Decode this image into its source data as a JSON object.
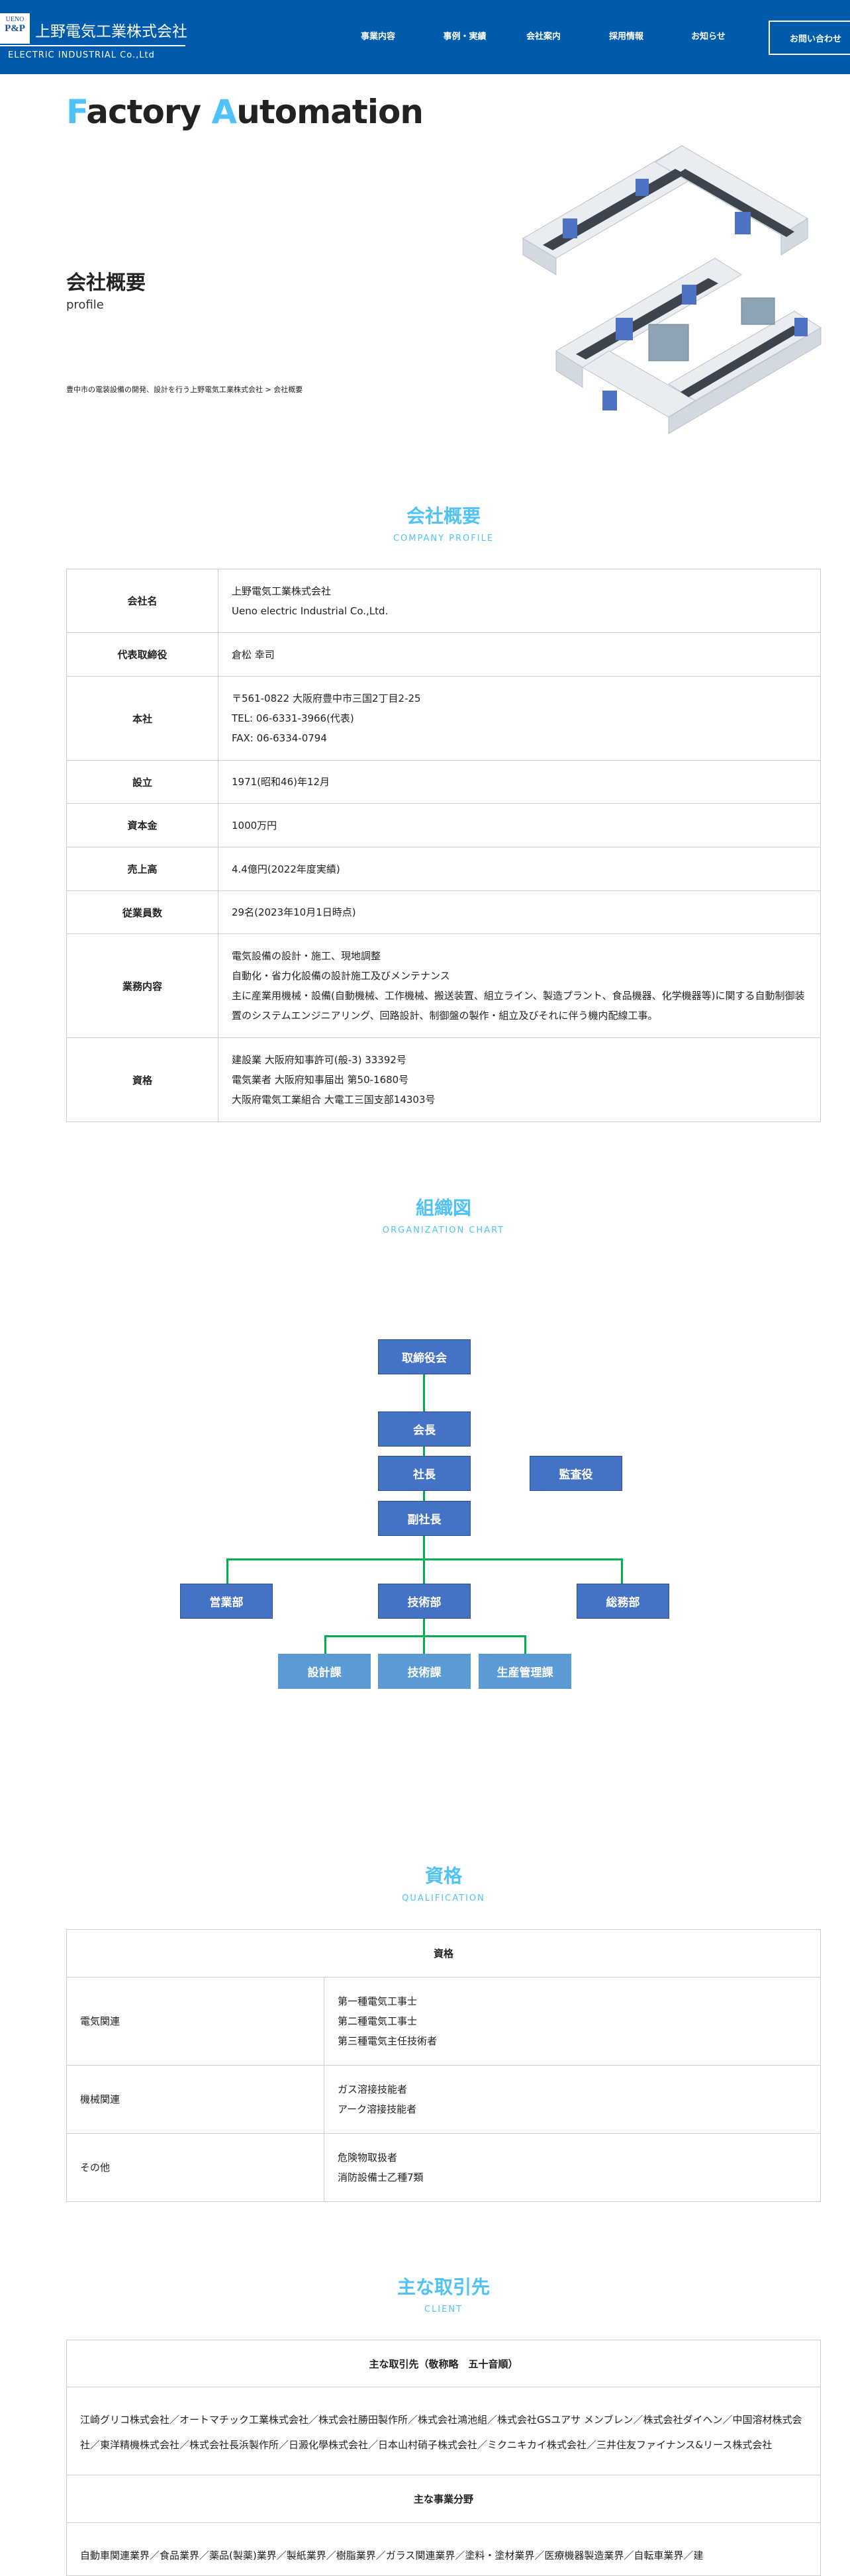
{
  "header": {
    "logo": {
      "mark_top": "UENO",
      "mark_bottom": "P&P",
      "name": "上野電気工業株式会社",
      "sub": "ELECTRIC INDUSTRIAL Co.,Ltd"
    },
    "nav": [
      "事業内容",
      "事例・実績",
      "会社案内",
      "採用情報",
      "お知らせ"
    ],
    "contact": "お問い合わせ"
  },
  "hero": {
    "title_f": "F",
    "title_1": "actory ",
    "title_a": "A",
    "title_2": "utomation",
    "page_title": "会社概要",
    "page_sub": "profile",
    "breadcrumb": "豊中市の電装設備の開発、設計を行う上野電気工業株式会社 > 会社概要"
  },
  "profile": {
    "title": "会社概要",
    "subtitle": "COMPANY PROFILE",
    "rows": [
      {
        "label": "会社名",
        "lines": [
          "上野電気工業株式会社",
          "Ueno electric Industrial Co.,Ltd."
        ]
      },
      {
        "label": "代表取締役",
        "lines": [
          "倉松 幸司"
        ]
      },
      {
        "label": "本社",
        "lines": [
          "〒561-0822 大阪府豊中市三国2丁目2-25",
          "TEL: 06-6331-3966(代表)",
          "FAX: 06-6334-0794"
        ]
      },
      {
        "label": "設立",
        "lines": [
          "1971(昭和46)年12月"
        ]
      },
      {
        "label": "資本金",
        "lines": [
          "1000万円"
        ]
      },
      {
        "label": "売上高",
        "lines": [
          "4.4億円(2022年度実績)"
        ]
      },
      {
        "label": "従業員数",
        "lines": [
          "29名(2023年10月1日時点)"
        ]
      },
      {
        "label": "業務内容",
        "lines": [
          "電気設備の設計・施工、現地調整",
          "自動化・省力化設備の設計施工及びメンテナンス",
          "主に産業用機械・設備(自動機械、工作機械、搬送装置、組立ライン、製造プラント、食品機器、化学機器等)に関する自動制御装置のシステムエンジニアリング、回路設計、制御盤の製作・組立及びそれに伴う機内配線工事。"
        ]
      },
      {
        "label": "資格",
        "lines": [
          "建設業 大阪府知事許可(般-3) 33392号",
          "電気業者 大阪府知事届出 第50-1680号",
          "大阪府電気工業組合 大電工三国支部14303号"
        ]
      }
    ]
  },
  "org": {
    "title": "組織図",
    "subtitle": "ORGANIZATION CHART",
    "board": "取締役会",
    "chairman": "会長",
    "president": "社長",
    "auditor": "監査役",
    "vice_president": "副社長",
    "sales": "営業部",
    "engineering": "技術部",
    "general_affairs": "総務部",
    "design": "設計課",
    "technical": "技術課",
    "production": "生産管理課"
  },
  "qualification": {
    "title": "資格",
    "subtitle": "QUALIFICATION",
    "header": "資格",
    "rows": [
      {
        "label": "電気関連",
        "lines": [
          "第一種電気工事士",
          "第二種電気工事士",
          "第三種電気主任技術者"
        ]
      },
      {
        "label": "機械関連",
        "lines": [
          "ガス溶接技能者",
          "アーク溶接技能者"
        ]
      },
      {
        "label": "その他",
        "lines": [
          "危険物取扱者",
          "消防設備士乙種7類"
        ]
      }
    ]
  },
  "client": {
    "title": "主な取引先",
    "subtitle": "CLIENT",
    "clients_header": "主な取引先（敬称略　五十音順）",
    "clients_text": "江崎グリコ株式会社／オートマチック工業株式会社／株式会社勝田製作所／株式会社鴻池組／株式会社GSユアサ メンブレン／株式会社ダイヘン／中国溶材株式会社／東洋精機株式会社／株式会社長浜製作所／日澱化學株式会社／日本山村硝子株式会社／ミクニキカイ株式会社／三井住友ファイナンス&リース株式会社",
    "fields_header": "主な事業分野",
    "fields_text": "自動車関連業界／食品業界／薬品(製薬)業界／製紙業界／樹脂業界／ガラス関連業界／塗料・塗材業界／医療機器製造業界／自転車業界／建"
  }
}
